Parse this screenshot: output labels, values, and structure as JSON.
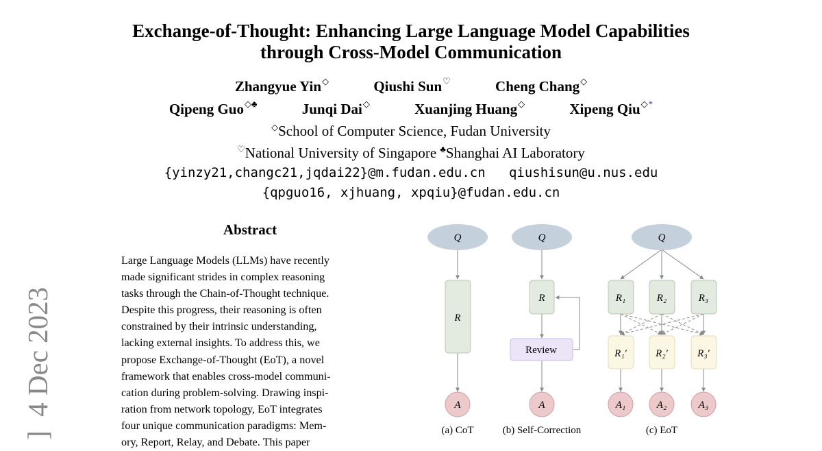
{
  "paper": {
    "title_line1": "Exchange-of-Thought: Enhancing Large Language Model Capabilities",
    "title_line2": "through Cross-Model Communication",
    "authors_row1": [
      {
        "name": "Zhangyue Yin",
        "mark": "◇"
      },
      {
        "name": "Qiushi Sun",
        "mark": "♡"
      },
      {
        "name": "Cheng Chang",
        "mark": "◇"
      }
    ],
    "authors_row2": [
      {
        "name": "Qipeng Guo",
        "mark": "◇♣"
      },
      {
        "name": "Junqi Dai",
        "mark": "◇"
      },
      {
        "name": "Xuanjing Huang",
        "mark": "◇"
      },
      {
        "name": "Xipeng Qiu",
        "mark": "◇",
        "star": "*"
      }
    ],
    "affiliations": {
      "fudan_mark": "◇",
      "fudan": "School of Computer Science, Fudan University",
      "nus_mark": "♡",
      "nus": "National University of Singapore",
      "shai_mark": "♣",
      "shai": "Shanghai AI Laboratory"
    },
    "emails_line1": "{yinzy21,changc21,jqdai22}@m.fudan.edu.cn   qiushisun@u.nus.edu",
    "emails_line2": "{qpguo16, xjhuang, xpqiu}@fudan.edu.cn"
  },
  "abstract": {
    "heading": "Abstract",
    "lines": [
      "Large Language Models (LLMs) have recently",
      "made significant strides in complex reasoning",
      "tasks through the Chain-of-Thought technique.",
      "Despite this progress, their reasoning is often",
      "constrained by their intrinsic understanding,",
      "lacking external insights. To address this, we",
      "propose Exchange-of-Thought (EoT), a novel",
      "framework that enables cross-model communi-",
      "cation during problem-solving. Drawing inspi-",
      "ration from network topology, EoT integrates",
      "four unique communication paradigms: Mem-",
      "ory, Report, Relay, and Debate.  This paper"
    ]
  },
  "arxiv_stamp": "]  4 Dec 2023",
  "figure": {
    "cot": {
      "q": "Q",
      "r": "R",
      "a": "A",
      "caption": "(a) CoT"
    },
    "sc": {
      "q": "Q",
      "r": "R",
      "review": "Review",
      "a": "A",
      "caption": "(b) Self-Correction"
    },
    "eot": {
      "q": "Q",
      "r": [
        "R₁",
        "R₂",
        "R₃"
      ],
      "rp": [
        "R₁′",
        "R₂′",
        "R₃′"
      ],
      "a": [
        "A₁",
        "A₂",
        "A₃"
      ],
      "caption": "(c) EoT"
    },
    "colors": {
      "q_fill": "#c5d0dd",
      "r_fill": "#e3eadf",
      "r_stroke": "#b9c7b3",
      "rp_fill": "#fbf7e4",
      "rp_stroke": "#e3dcb8",
      "review_fill": "#ece4f7",
      "review_stroke": "#c9bce6",
      "a_fill": "#ecc9cb",
      "a_stroke": "#d39ea1",
      "edge": "#8a8a8a"
    }
  }
}
